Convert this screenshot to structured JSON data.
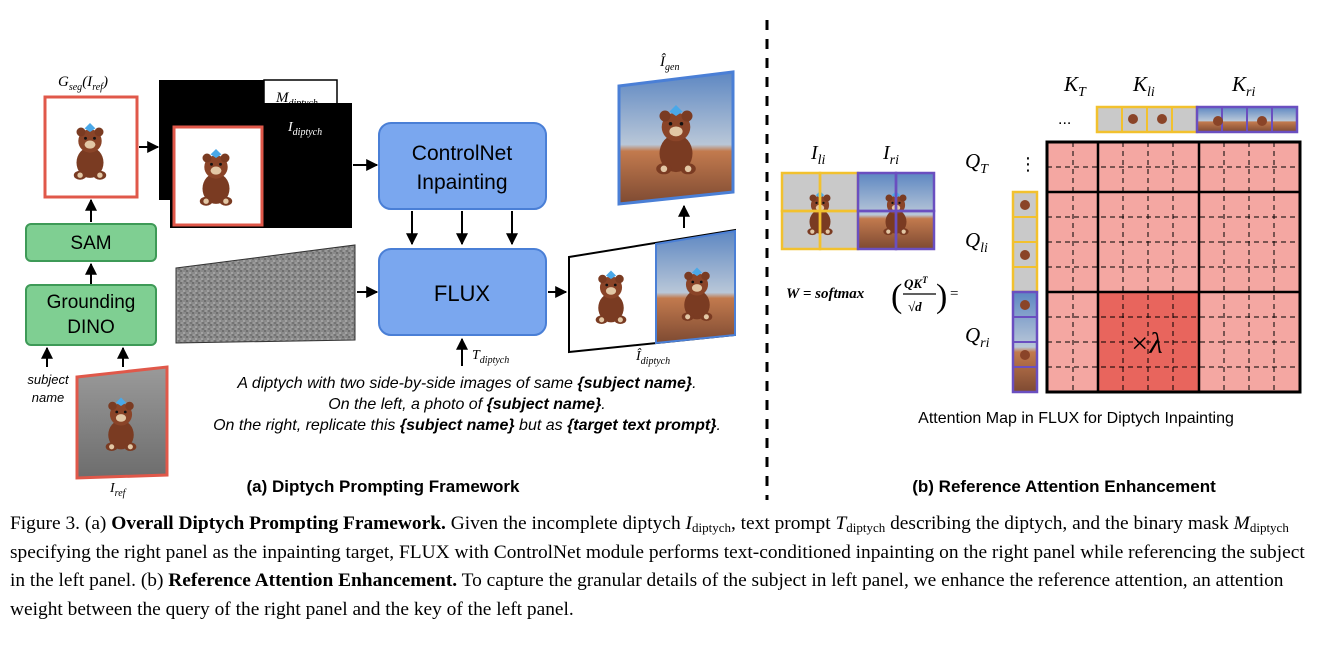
{
  "panel_a": {
    "title": "(a) Diptych Prompting Framework",
    "gseg_label": "G",
    "gseg_sub": "seg",
    "gseg_arg": "(I",
    "gseg_arg_sub": "ref",
    "gseg_close": ")",
    "sam_label": "SAM",
    "grounding_line1": "Grounding",
    "grounding_line2": "DINO",
    "subject_line1": "subject",
    "subject_line2": "name",
    "iref_label": "I",
    "iref_sub": "ref",
    "mask_label": "M",
    "mask_sub": "diptych",
    "idiptych_label": "I",
    "idiptych_sub": "diptych",
    "controlnet_line1": "ControlNet",
    "controlnet_line2": "Inpainting",
    "flux_label": "FLUX",
    "tdiptych_label": "T",
    "tdiptych_sub": "diptych",
    "igen_label": "Î",
    "igen_sub": "gen",
    "idiptych_hat_label": "Î",
    "idiptych_hat_sub": "diptych",
    "prompt_line1_a": "A diptych with two side-by-side images of same ",
    "prompt_line1_b": "{subject name}",
    "prompt_line1_c": ".",
    "prompt_line2_a": "On the left, a photo of ",
    "prompt_line2_b": "{subject name}",
    "prompt_line2_c": ".",
    "prompt_line3_a": "On the right, replicate this ",
    "prompt_line3_b": "{subject name}",
    "prompt_line3_c": " but as ",
    "prompt_line3_d": "{target text prompt}",
    "prompt_line3_e": "."
  },
  "panel_b": {
    "title": "(b) Reference Attention Enhancement",
    "ili_label": "I",
    "ili_sub": "li",
    "iri_label": "I",
    "iri_sub": "ri",
    "formula_w": "W = softmax",
    "formula_num": "QK",
    "formula_sup": "T",
    "formula_den": "√d",
    "formula_eq": "=",
    "kt_label": "K",
    "kt_sub": "T",
    "kli_label": "K",
    "kli_sub": "li",
    "kri_label": "K",
    "kri_sub": "ri",
    "k_ellipsis": "...",
    "q_ellipsis": "⋮",
    "qt_label": "Q",
    "qt_sub": "T",
    "qli_label": "Q",
    "qli_sub": "li",
    "qri_label": "Q",
    "qri_sub": "ri",
    "lambda_label": "×λ",
    "map_caption": "Attention Map in FLUX for Diptych Inpainting"
  },
  "colors": {
    "red_frame": "#e0584a",
    "blue_box": "#7aa7ef",
    "blue_box_border": "#4a7fd6",
    "green_box": "#7fcf92",
    "green_box_border": "#3e9a57",
    "yellow_frame": "#f2c12e",
    "purple_frame": "#6a4fc0",
    "attention_light": "#f4a7a2",
    "attention_dark": "#e8655d"
  },
  "caption": {
    "fig": "Figure 3. (a) ",
    "b1": "Overall Diptych Prompting Framework.",
    "t1": " Given the incomplete diptych ",
    "i_var": "I",
    "i_sub": "diptych",
    "t2": ", text prompt ",
    "t_var": "T",
    "t_sub": "diptych",
    "t3": " describing the diptych, and the binary mask ",
    "m_var": "M",
    "m_sub": "diptych",
    "t4": " specifying the right panel as the inpainting target, FLUX with ControlNet module performs text-conditioned inpainting on the right panel while referencing the subject in the left panel. (b) ",
    "b2": "Reference Attention Enhancement.",
    "t5": " To capture the granular details of the subject in left panel, we enhance the reference attention, an attention weight between the query of the right panel and the key of the left panel."
  }
}
